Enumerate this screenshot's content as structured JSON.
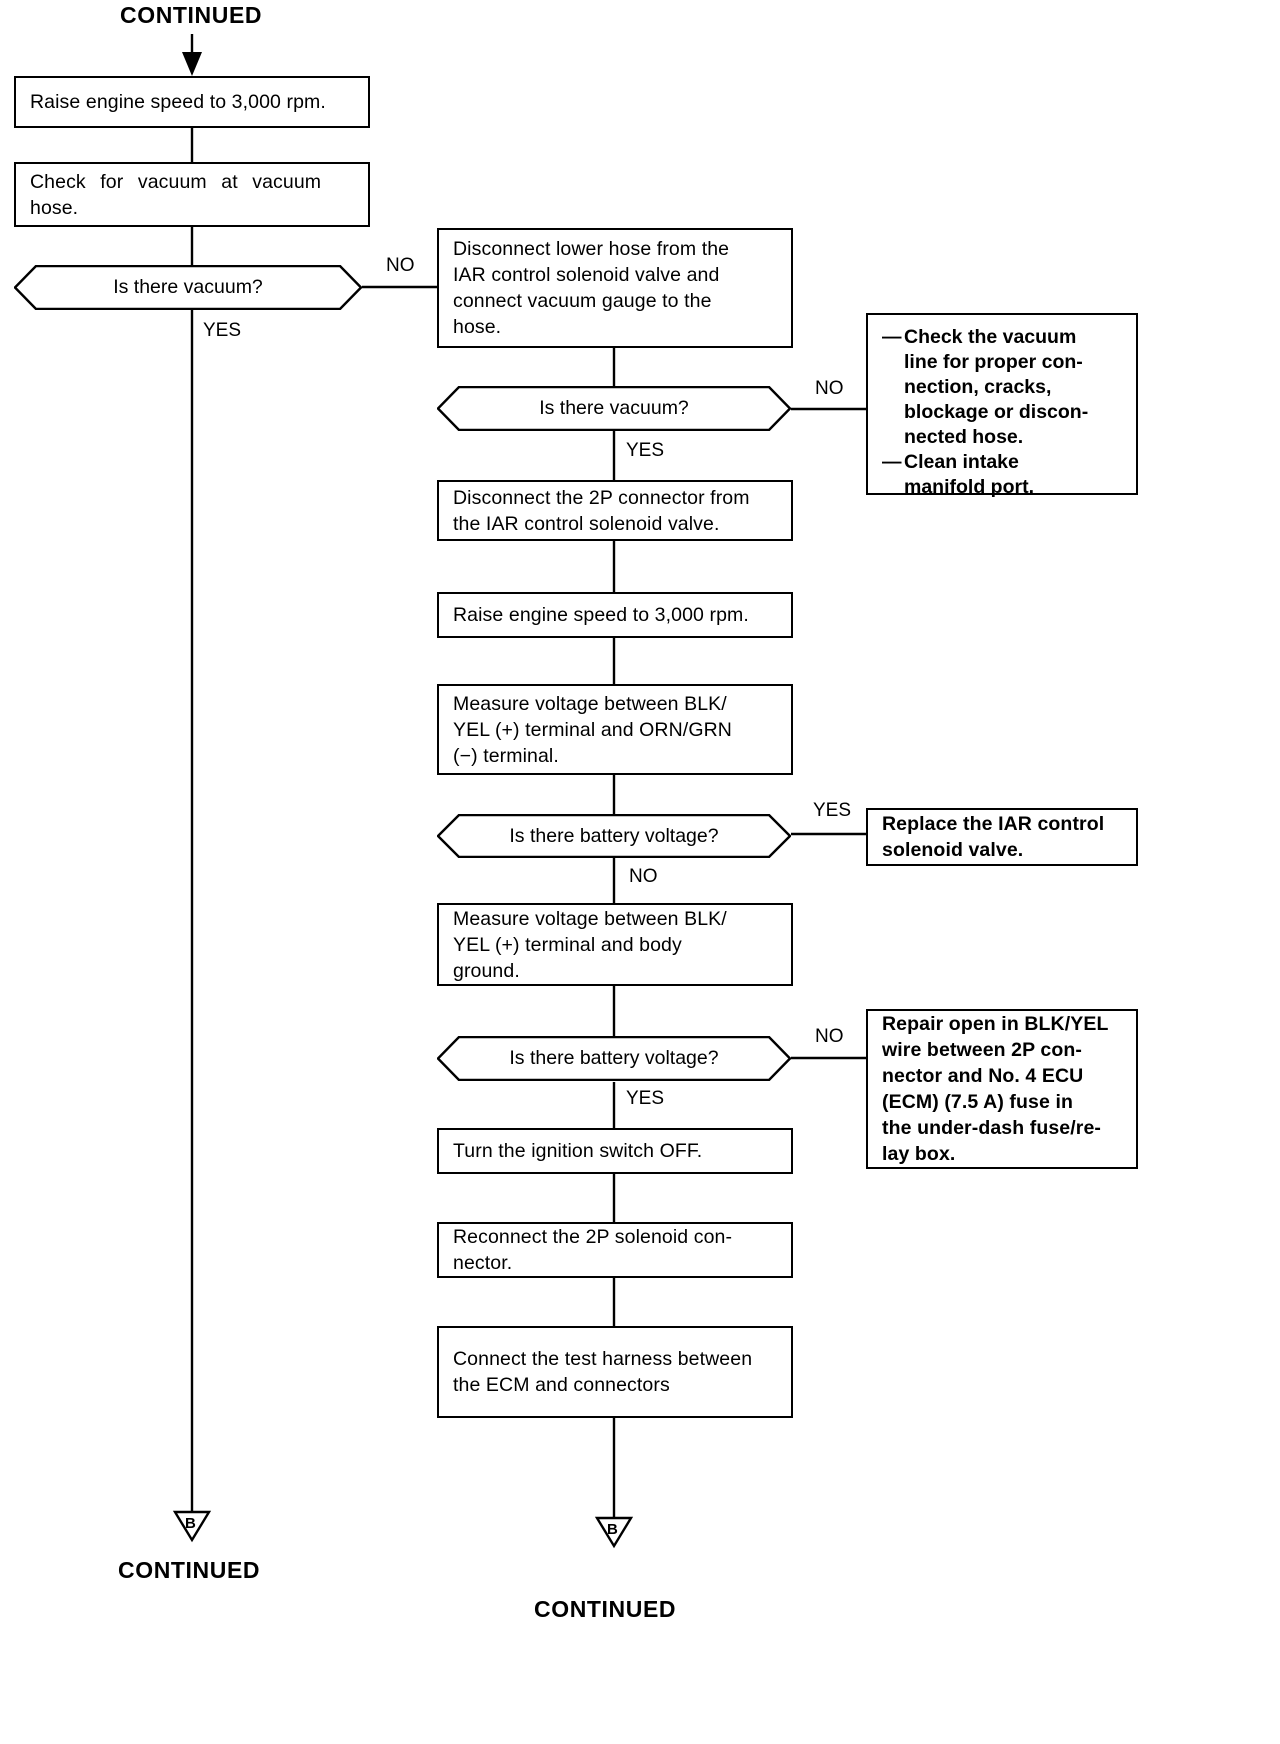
{
  "title": "IAR control solenoid valve troubleshooting flowchart",
  "labels": {
    "yes": "YES",
    "no": "NO",
    "continued": "CONTINUED"
  },
  "connectors": {
    "top_continued": "CONTINUED",
    "bottom_left_continued": "CONTINUED",
    "bottom_right_continued": "CONTINUED",
    "left_page_marker": "B",
    "right_page_marker": "B"
  },
  "left_column": {
    "steps": [
      {
        "id": "raise-engine-speed-1",
        "type": "process",
        "lines": [
          "Raise engine speed to 3,000 rpm."
        ]
      },
      {
        "id": "check-vacuum-hose",
        "type": "process",
        "lines": [
          "Check  for  vacuum  at  vacuum",
          "hose."
        ]
      },
      {
        "id": "is-there-vacuum-1",
        "type": "decision",
        "text": "Is there vacuum?",
        "yes_label": "YES",
        "no_label": "NO"
      }
    ]
  },
  "right_column": {
    "steps": [
      {
        "id": "disconnect-lower-hose",
        "type": "process",
        "lines": [
          "Disconnect lower hose from the",
          "IAR control solenoid valve and",
          "connect vacuum gauge to the",
          "hose."
        ]
      },
      {
        "id": "is-there-vacuum-2",
        "type": "decision",
        "text": "Is there vacuum?",
        "yes_label": "YES",
        "no_label": "NO"
      },
      {
        "id": "disconnect-2p-connector",
        "type": "process",
        "lines": [
          "Disconnect the 2P connector from",
          "the IAR control solenoid valve."
        ]
      },
      {
        "id": "raise-engine-speed-2",
        "type": "process",
        "lines": [
          "Raise engine speed to 3,000 rpm."
        ]
      },
      {
        "id": "measure-voltage-orn-grn",
        "type": "process",
        "lines": [
          "Measure voltage between BLK/",
          "YEL (+) terminal and ORN/GRN",
          "(−) terminal."
        ]
      },
      {
        "id": "is-there-battery-voltage-1",
        "type": "decision",
        "text": "Is there battery voltage?",
        "yes_label": "YES",
        "no_label": "NO"
      },
      {
        "id": "measure-voltage-body-ground",
        "type": "process",
        "lines": [
          "Measure  voltage  between  BLK/",
          "YEL  (+)  terminal  and  body",
          "ground."
        ]
      },
      {
        "id": "is-there-battery-voltage-2",
        "type": "decision",
        "text": "Is there battery voltage?",
        "yes_label": "YES",
        "no_label": "NO"
      },
      {
        "id": "turn-ignition-off",
        "type": "process",
        "lines": [
          "Turn the ignition switch OFF."
        ]
      },
      {
        "id": "reconnect-2p-solenoid",
        "type": "process",
        "lines": [
          "Reconnect the 2P solenoid con-",
          "nector."
        ]
      },
      {
        "id": "connect-test-harness",
        "type": "process",
        "lines": [
          "Connect the test harness between",
          "the  ECM  and  connectors"
        ]
      }
    ]
  },
  "outcome_boxes": [
    {
      "id": "check-vacuum-line-outcome",
      "type": "bullets",
      "bullets": [
        [
          "Check the vacuum",
          "line for proper con-",
          "nection, cracks,",
          "blockage or discon-",
          "nected hose."
        ],
        [
          "Clean intake",
          "manifold port."
        ]
      ]
    },
    {
      "id": "replace-iar-valve-outcome",
      "type": "process",
      "bold": true,
      "lines": [
        "Replace the IAR control",
        "solenoid valve."
      ]
    },
    {
      "id": "repair-open-blk-yel-outcome",
      "type": "process",
      "bold": true,
      "lines": [
        "Repair open in BLK/YEL",
        "wire  between  2P  con-",
        "nector and No. 4 ECU",
        "(ECM) (7.5 A) fuse in",
        "the under-dash fuse/re-",
        "lay box."
      ]
    }
  ]
}
